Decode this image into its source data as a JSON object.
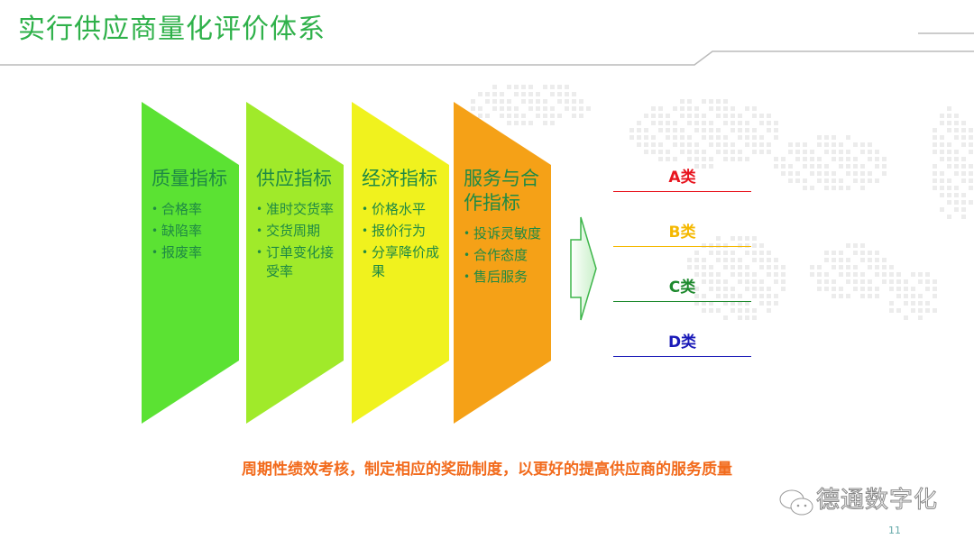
{
  "title": "实行供应商量化评价体系",
  "columns": [
    {
      "heading": "质量指标",
      "items": [
        "合格率",
        "缺陷率",
        "报废率"
      ],
      "color": "#5be233"
    },
    {
      "heading": "供应指标",
      "items": [
        "准时交货率",
        "交货周期",
        "订单变化接受率"
      ],
      "color": "#a0ea2a"
    },
    {
      "heading": "经济指标",
      "items": [
        "价格水平",
        "报价行为",
        "分享降价成果"
      ],
      "color": "#f0f21e"
    },
    {
      "heading": "服务与合作指标",
      "items": [
        "投诉灵敏度",
        "合作态度",
        "售后服务"
      ],
      "color": "#f5a117"
    }
  ],
  "classes": [
    {
      "label": "A类",
      "color": "#e8141e"
    },
    {
      "label": "B类",
      "color": "#f5b800"
    },
    {
      "label": "C类",
      "color": "#1e8a2e"
    },
    {
      "label": "D类",
      "color": "#1a1ab8"
    }
  ],
  "footer": "周期性绩效考核，制定相应的奖励制度，以更好的提高供应商的服务质量",
  "brand": "德通数字化",
  "page_number": "11"
}
